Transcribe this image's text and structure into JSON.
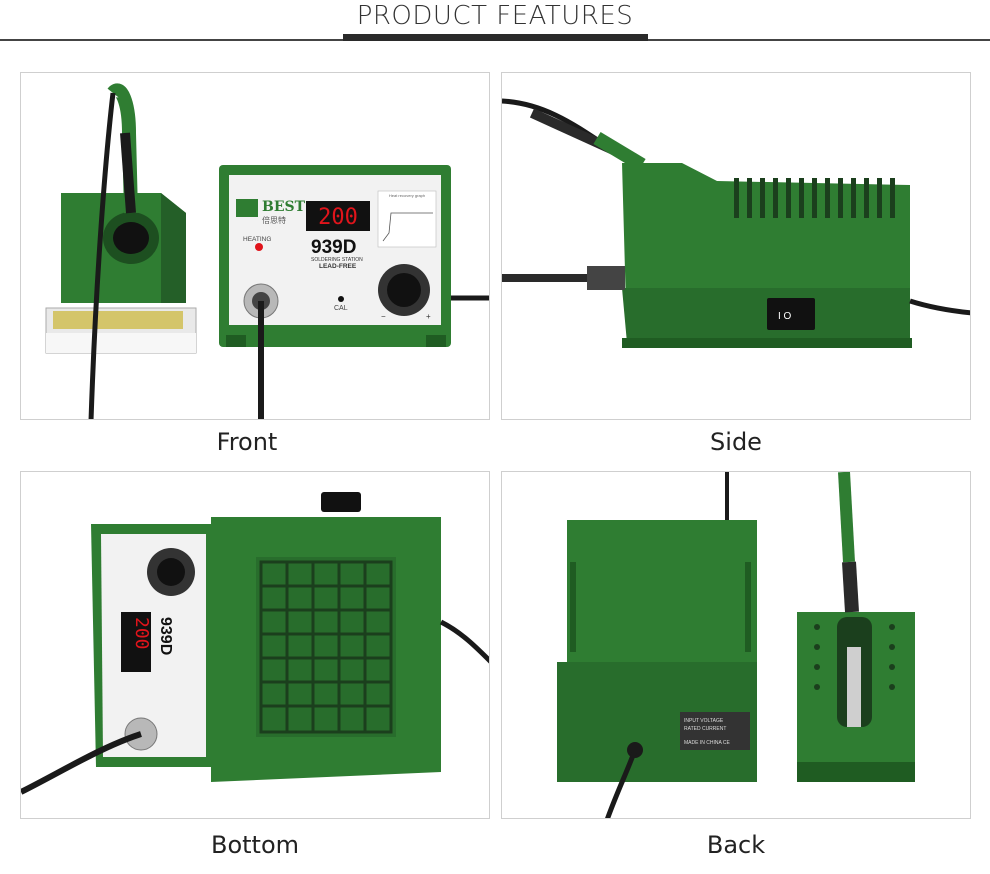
{
  "header": {
    "title": "PRODUCT FEATURES"
  },
  "panels": [
    {
      "caption": "Front"
    },
    {
      "caption": "Side"
    },
    {
      "caption": "Bottom"
    },
    {
      "caption": "Back"
    }
  ],
  "device": {
    "brand": "BEST",
    "brand_sub": "倍思特",
    "model": "939D",
    "line1": "SOLDERING STATION",
    "line2": "LEAD-FREE",
    "display": "200",
    "heating_label": "HEATING",
    "cal_label": "CAL",
    "graph_title": "Heat recovery graph",
    "switch_label": "I   O",
    "rating_line1": "INPUT VOLTAGE",
    "rating_line2": "RATED CURRENT",
    "rating_line3": "MADE IN CHINA  CE"
  },
  "colors": {
    "housing": "#2f7d32",
    "housing_dark": "#1f5c22",
    "panel": "#f2f2f2",
    "led": "#e0141b"
  }
}
